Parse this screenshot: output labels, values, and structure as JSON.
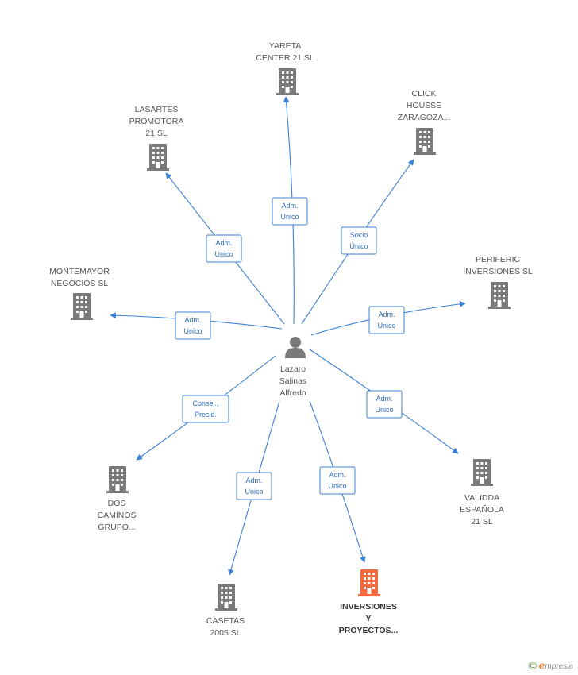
{
  "center": {
    "name_lines": [
      "Lazaro",
      "Salinas",
      "Alfredo"
    ],
    "icon": "person-icon"
  },
  "colors": {
    "edge": "#3b80d4",
    "company": "#7a7a7a",
    "highlight": "#f26a3f",
    "person": "#7a7a7a"
  },
  "companies": [
    {
      "id": "yareta",
      "label_lines": [
        "YARETA",
        "CENTER 21 SL"
      ],
      "relation": [
        "Adm.",
        "Unico"
      ],
      "highlight": false
    },
    {
      "id": "click",
      "label_lines": [
        "CLICK",
        "HOUSSE",
        "ZARAGOZA..."
      ],
      "relation": [
        "Socio",
        "Único"
      ],
      "highlight": false
    },
    {
      "id": "lasartes",
      "label_lines": [
        "LASARTES",
        "PROMOTORA",
        "21 SL"
      ],
      "relation": [
        "Adm.",
        "Unico"
      ],
      "highlight": false
    },
    {
      "id": "montemayor",
      "label_lines": [
        "MONTEMAYOR",
        "NEGOCIOS SL"
      ],
      "relation": [
        "Adm.",
        "Unico"
      ],
      "highlight": false
    },
    {
      "id": "periferic",
      "label_lines": [
        "PERIFERIC",
        "INVERSIONES SL"
      ],
      "relation": [
        "Adm.",
        "Unico"
      ],
      "highlight": false
    },
    {
      "id": "validda",
      "label_lines": [
        "VALIDDA",
        "ESPAÑOLA",
        "21 SL"
      ],
      "relation": [
        "Adm.",
        "Unico"
      ],
      "highlight": false
    },
    {
      "id": "dos-caminos",
      "label_lines": [
        "DOS",
        "CAMINOS",
        "GRUPO..."
      ],
      "relation": [
        "Consej.,",
        "Presid."
      ],
      "highlight": false
    },
    {
      "id": "casetas",
      "label_lines": [
        "CASETAS",
        "2005 SL"
      ],
      "relation": [
        "Adm.",
        "Unico"
      ],
      "highlight": false
    },
    {
      "id": "inversiones",
      "label_lines": [
        "INVERSIONES",
        "Y",
        "PROYECTOS..."
      ],
      "relation": [
        "Adm.",
        "Unico"
      ],
      "highlight": true
    }
  ],
  "footer": {
    "copyright": "©",
    "brand_initial": "e",
    "brand_rest": "mpresia"
  }
}
